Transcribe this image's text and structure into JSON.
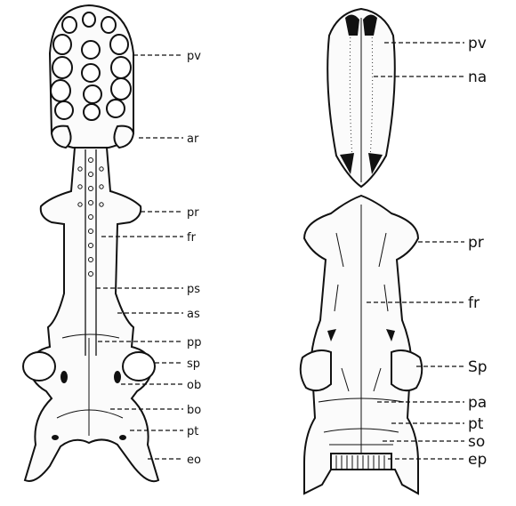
{
  "left_skull": {
    "labels": [
      {
        "id": "pv",
        "text": "pv"
      },
      {
        "id": "ar",
        "text": "ar"
      },
      {
        "id": "pr",
        "text": "pr"
      },
      {
        "id": "fr",
        "text": "fr"
      },
      {
        "id": "ps",
        "text": "ps"
      },
      {
        "id": "as",
        "text": "as"
      },
      {
        "id": "pp",
        "text": "pp"
      },
      {
        "id": "sp",
        "text": "sp"
      },
      {
        "id": "ob",
        "text": "ob"
      },
      {
        "id": "bo",
        "text": "bo"
      },
      {
        "id": "pt",
        "text": "pt"
      },
      {
        "id": "eo",
        "text": "eo"
      }
    ]
  },
  "right_skull": {
    "labels": [
      {
        "id": "pv",
        "text": "pv"
      },
      {
        "id": "na",
        "text": "na"
      },
      {
        "id": "pr",
        "text": "pr"
      },
      {
        "id": "fr",
        "text": "fr"
      },
      {
        "id": "sp",
        "text": "Sp"
      },
      {
        "id": "pa",
        "text": "pa"
      },
      {
        "id": "pt",
        "text": "pt"
      },
      {
        "id": "so",
        "text": "so"
      },
      {
        "id": "ep",
        "text": "ep"
      }
    ]
  }
}
